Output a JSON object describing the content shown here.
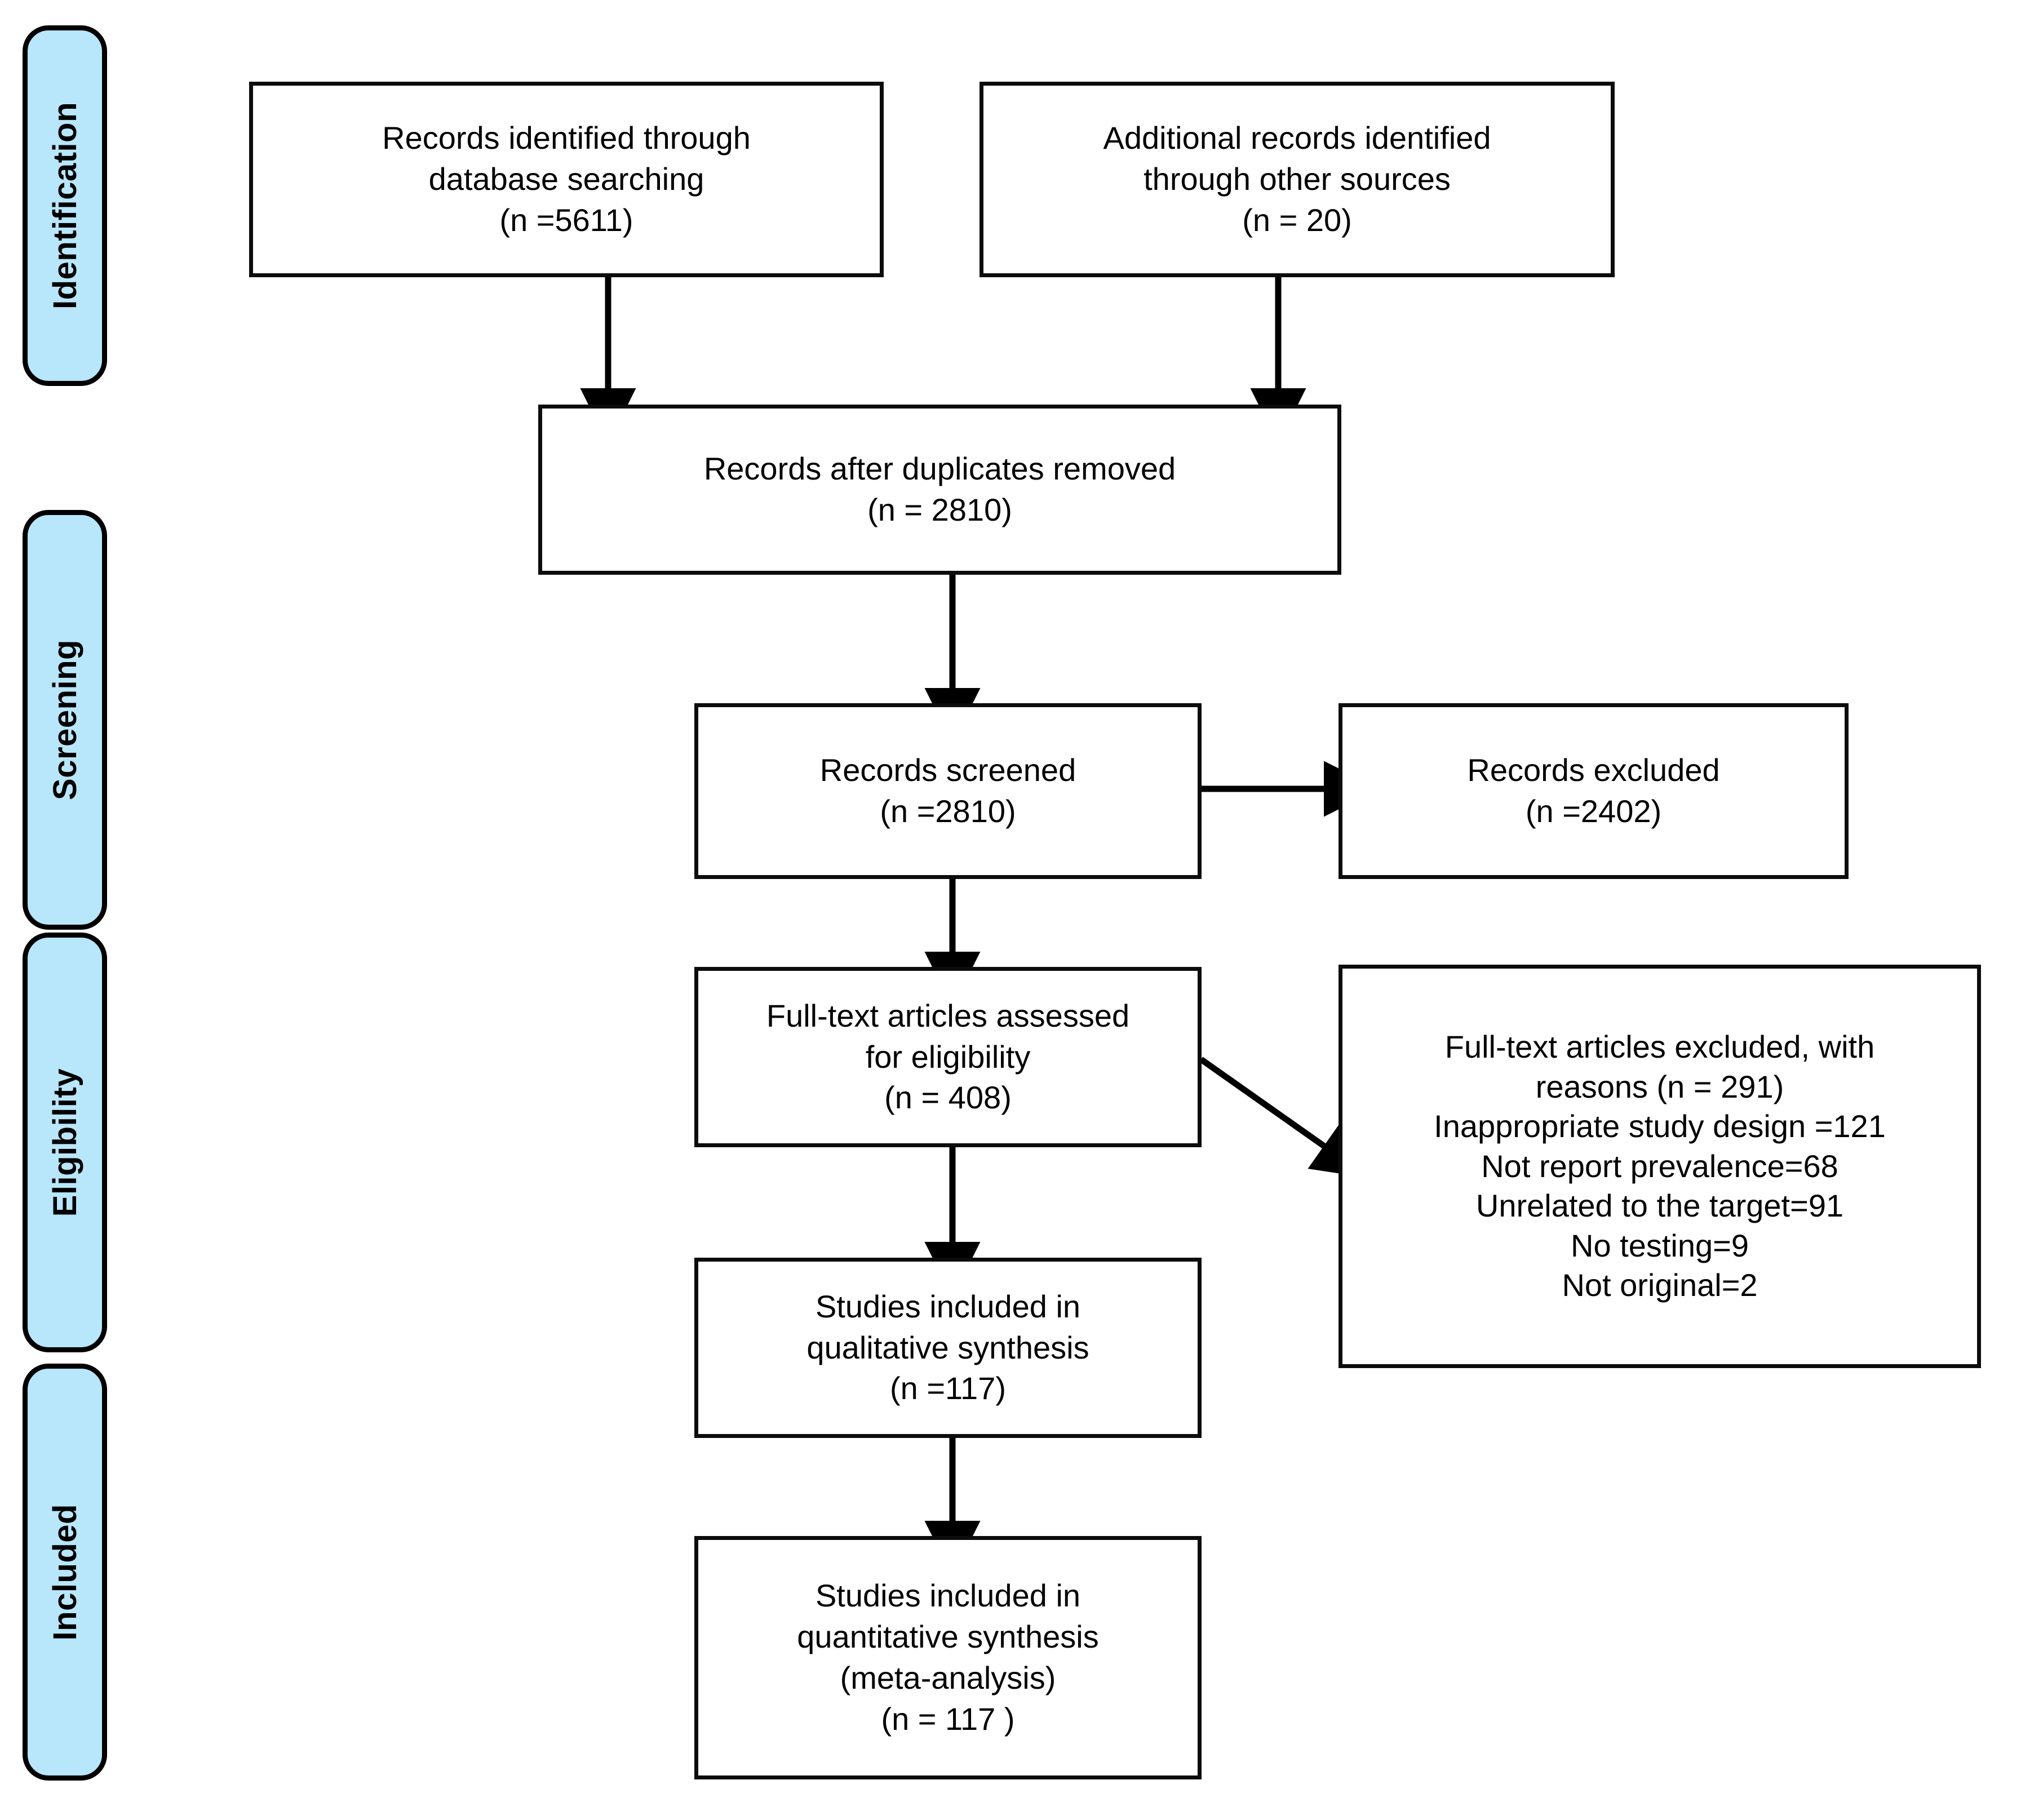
{
  "diagram": {
    "type": "prisma-flow-diagram",
    "title": "PRISMA flow diagram",
    "colors": {
      "stage_pill_fill": "#b8e6fa",
      "stage_pill_border": "#000000",
      "box_border": "#0c0c0c",
      "box_fill": "#ffffff",
      "connector": "#000000",
      "text": "#000000"
    }
  },
  "stages": [
    {
      "id": "identification",
      "label": "Identification"
    },
    {
      "id": "screening",
      "label": "Screening"
    },
    {
      "id": "eligibility",
      "label": "Eligibility"
    },
    {
      "id": "included",
      "label": "Included"
    }
  ],
  "boxes": {
    "records_identified": {
      "text": "Records identified through\ndatabase searching\n(n =5611)",
      "count": 5611
    },
    "additional_records": {
      "text": "Additional records identified\nthrough other sources\n(n = 20)",
      "count": 20
    },
    "duplicates_removed": {
      "text": "Records after duplicates removed\n(n = 2810)",
      "count": 2810
    },
    "records_screened": {
      "text": "Records screened\n(n =2810)",
      "count": 2810
    },
    "records_excluded": {
      "text": "Records excluded\n(n =2402)",
      "count": 2402
    },
    "fulltext_assessed": {
      "text": "Full-text articles assessed\nfor eligibility\n(n = 408)",
      "count": 408
    },
    "fulltext_excluded": {
      "text": "Full-text articles excluded, with\nreasons (n = 291)\nInappropriate study design =121\nNot report prevalence=68\nUnrelated to the target=91\nNo testing=9\nNot original=2",
      "count": 291,
      "reasons": [
        {
          "label": "Inappropriate study design",
          "value": 121
        },
        {
          "label": "Not report prevalence",
          "value": 68
        },
        {
          "label": "Unrelated to the target",
          "value": 91
        },
        {
          "label": "No testing",
          "value": 9
        },
        {
          "label": "Not original",
          "value": 2
        }
      ]
    },
    "qualitative_synthesis": {
      "text": "Studies included in\nqualitative synthesis\n(n =117)",
      "count": 117
    },
    "quantitative_synthesis": {
      "text": "Studies included in\nquantitative synthesis\n(meta-analysis)\n(n = 117  )",
      "count": 117
    }
  }
}
